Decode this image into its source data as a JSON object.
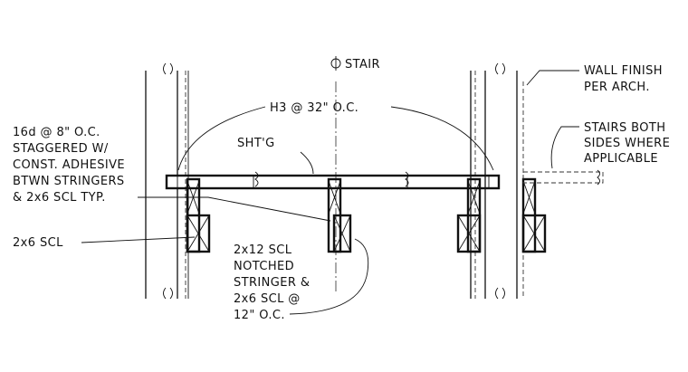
{
  "notes": {
    "centerline": "STAIR",
    "wall_finish": [
      "WALL FINISH",
      "PER ARCH."
    ],
    "hanger": "H3 @ 32\" O.C.",
    "sheathing": "SHT'G",
    "stairs_both_sides": [
      "STAIRS BOTH",
      "SIDES WHERE",
      "APPLICABLE"
    ],
    "nailing": [
      "16d @ 8\" O.C.",
      "STAGGERED W/",
      "CONST. ADHESIVE",
      "BTWN STRINGERS",
      "& 2x6 SCL TYP."
    ],
    "scl_2x6": "2x6 SCL",
    "stringer": [
      "2x12 SCL",
      "NOTCHED",
      "STRINGER &",
      "2x6 SCL @",
      "12\" O.C."
    ]
  }
}
